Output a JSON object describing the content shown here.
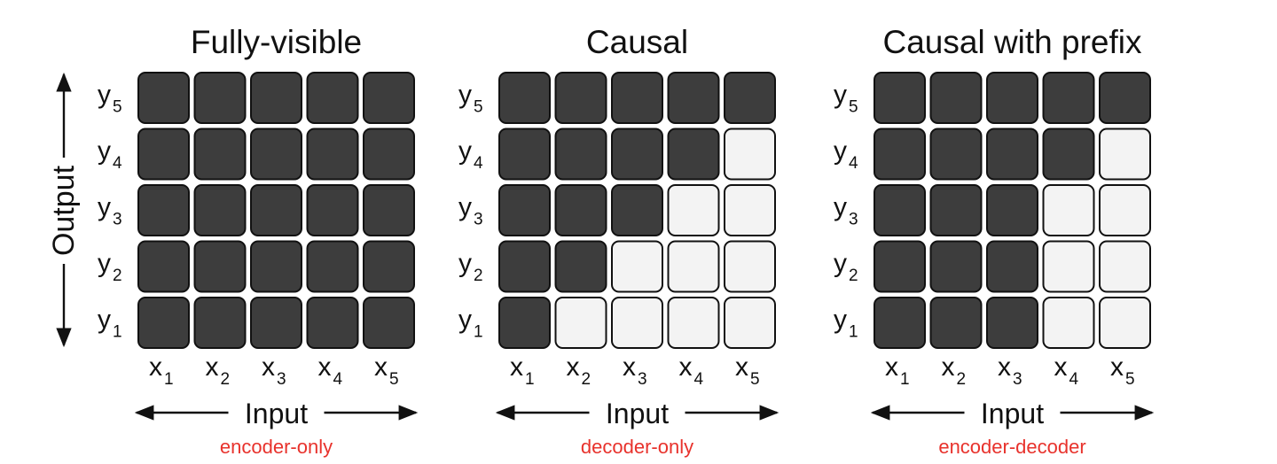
{
  "colors": {
    "on": "#3d3d3d",
    "off": "#f3f3f3",
    "border": "#111111",
    "text": "#111111",
    "caption": "#e8322c"
  },
  "labels": {
    "output_axis": "Output",
    "input_axis": "Input",
    "row_prefix": "y",
    "col_prefix": "x",
    "row_subscripts": [
      "5",
      "4",
      "3",
      "2",
      "1"
    ],
    "col_subscripts": [
      "1",
      "2",
      "3",
      "4",
      "5"
    ]
  },
  "panels": [
    {
      "title": "Fully-visible",
      "caption": "encoder-only",
      "mask": [
        [
          1,
          1,
          1,
          1,
          1
        ],
        [
          1,
          1,
          1,
          1,
          1
        ],
        [
          1,
          1,
          1,
          1,
          1
        ],
        [
          1,
          1,
          1,
          1,
          1
        ],
        [
          1,
          1,
          1,
          1,
          1
        ]
      ]
    },
    {
      "title": "Causal",
      "caption": "decoder-only",
      "mask": [
        [
          1,
          1,
          1,
          1,
          1
        ],
        [
          1,
          1,
          1,
          1,
          0
        ],
        [
          1,
          1,
          1,
          0,
          0
        ],
        [
          1,
          1,
          0,
          0,
          0
        ],
        [
          1,
          0,
          0,
          0,
          0
        ]
      ]
    },
    {
      "title": "Causal with prefix",
      "caption": "encoder-decoder",
      "mask": [
        [
          1,
          1,
          1,
          1,
          1
        ],
        [
          1,
          1,
          1,
          1,
          0
        ],
        [
          1,
          1,
          1,
          0,
          0
        ],
        [
          1,
          1,
          1,
          0,
          0
        ],
        [
          1,
          1,
          1,
          0,
          0
        ]
      ]
    }
  ]
}
